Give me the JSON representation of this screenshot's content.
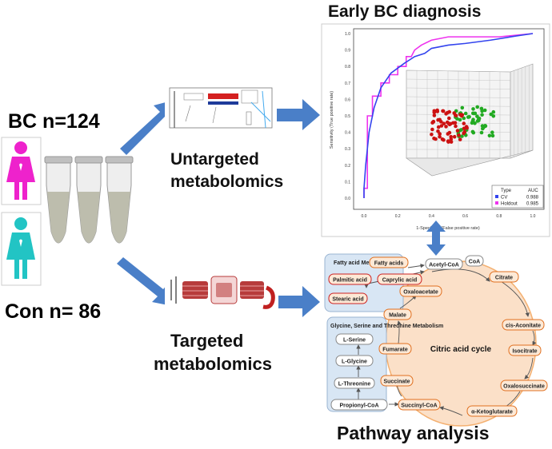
{
  "cohort": {
    "bc_label": "BC n=124",
    "con_label": "Con n= 86"
  },
  "workflow": {
    "untargeted": [
      "Untargeted",
      "metabolomics"
    ],
    "targeted": [
      "Targeted",
      "metabolomics"
    ],
    "diagnosis_title": "Early BC diagnosis",
    "pathway_title": "Pathway analysis"
  },
  "colors": {
    "bc_figure": "#ee22cc",
    "con_figure": "#22c4c4",
    "arrow": "#4a7fc8",
    "cv_line": "#3344ee",
    "holdout_line": "#ee33ee",
    "cluster_a": "#cc1111",
    "cluster_b": "#22aa22",
    "cycle_fill": "#fbe0c8",
    "cycle_node": "#e07020",
    "left_panel": "#d8e6f4"
  },
  "roc": {
    "xlabel": "1-Specificity (False positive rate)",
    "ylabel": "Sensitivity (True positive rate)",
    "y_ticks": [
      "1.0",
      "0.9",
      "0.8",
      "0.7",
      "0.6",
      "0.5",
      "0.4",
      "0.3",
      "0.2",
      "0.1",
      "0.0"
    ],
    "x_ticks": [
      "0.0",
      "0.2",
      "0.4",
      "0.6",
      "0.8",
      "1.0"
    ],
    "legend": {
      "header": [
        "Type",
        "AUC"
      ],
      "rows": [
        {
          "name": "CV",
          "auc": "0.988"
        },
        {
          "name": "Holdout",
          "auc": "0.985"
        }
      ]
    }
  },
  "pathway": {
    "fatty_acid_box": "Fatty acid Metabolism",
    "fatty_acids": "Fatty acids",
    "palmitic": "Palmitic acid",
    "caprylic": "Caprylic acid",
    "stearic": "Stearic acid",
    "acetyl": "Acetyl-CoA",
    "coa": "CoA",
    "citrate": "Citrate",
    "oxaloacetate": "Oxaloacetate",
    "malate": "Malate",
    "cis_aconitate": "cis-Aconitate",
    "cycle": "Citric acid cycle",
    "fumarate": "Fumarate",
    "isocitrate": "Isocitrate",
    "succinate": "Succinate",
    "oxalosuccinate": "Oxalosuccinate",
    "succinyl": "Succinyl-CoA",
    "ketoglutarate": "α-Ketoglutarate",
    "gly_box": "Glycine, Serine and Threonine Metabolism",
    "serine": "L-Serine",
    "glycine": "L-Glycine",
    "threonine": "L-Threonine",
    "propionyl": "Propionyl-CoA"
  }
}
